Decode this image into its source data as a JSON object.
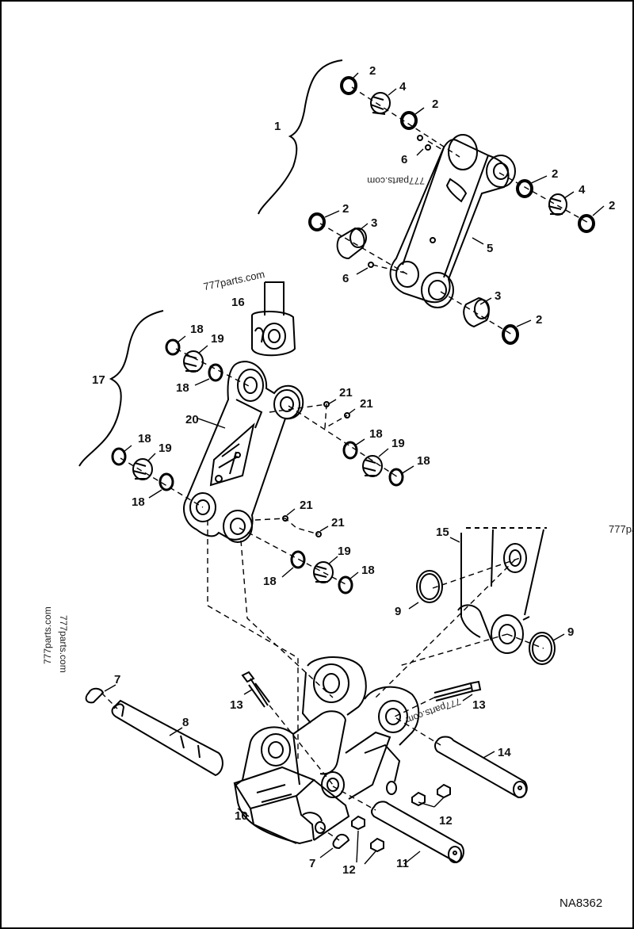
{
  "diagram": {
    "figure_code": "NA8362",
    "watermark": "777parts.com",
    "watermark_partial": "777pa",
    "callouts": [
      "1",
      "2",
      "3",
      "4",
      "5",
      "6",
      "7",
      "8",
      "9",
      "10",
      "11",
      "12",
      "13",
      "14",
      "15",
      "16",
      "17",
      "18",
      "19",
      "20",
      "21"
    ]
  }
}
